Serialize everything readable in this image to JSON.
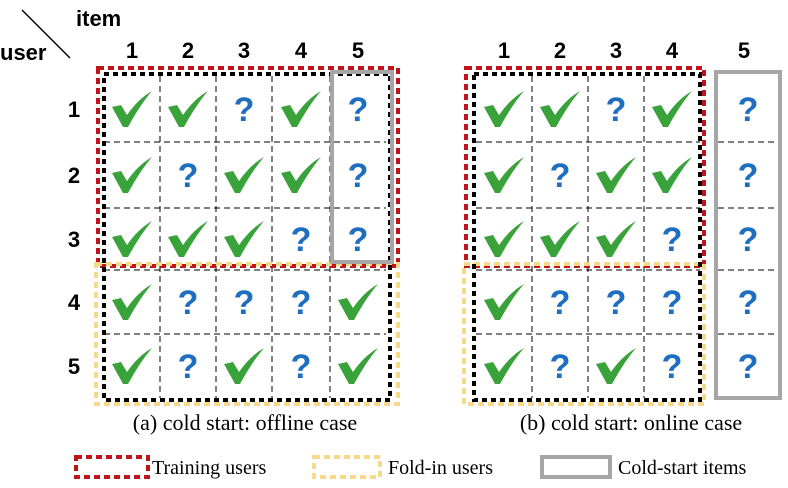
{
  "header": {
    "item_label": "item",
    "user_label": "user"
  },
  "item_numbers": [
    "1",
    "2",
    "3",
    "4",
    "5"
  ],
  "user_numbers": [
    "1",
    "2",
    "3",
    "4",
    "5"
  ],
  "panels": [
    {
      "caption": "(a) cold start: offline case",
      "grid": [
        [
          "check",
          "check",
          "question",
          "check",
          "question"
        ],
        [
          "check",
          "question",
          "check",
          "check",
          "question"
        ],
        [
          "check",
          "check",
          "check",
          "question",
          "question"
        ],
        [
          "check",
          "question",
          "question",
          "question",
          "check"
        ],
        [
          "check",
          "question",
          "check",
          "question",
          "check"
        ]
      ]
    },
    {
      "caption": "(b) cold start: online case",
      "grid": [
        [
          "check",
          "check",
          "question",
          "check",
          "question"
        ],
        [
          "check",
          "question",
          "check",
          "check",
          "question"
        ],
        [
          "check",
          "check",
          "check",
          "question",
          "question"
        ],
        [
          "check",
          "question",
          "question",
          "question",
          "question"
        ],
        [
          "check",
          "question",
          "check",
          "question",
          "question"
        ]
      ]
    }
  ],
  "legend": [
    {
      "label": "Training users",
      "style": "dotted-red",
      "color": "#c0141b"
    },
    {
      "label": "Fold-in users",
      "style": "dotted-yellow",
      "color": "#f7d98a"
    },
    {
      "label": "Cold-start items",
      "style": "solid-gray",
      "color": "#a6a6a6"
    }
  ],
  "colors": {
    "check": "#3aa23a",
    "question": "#1f6fc0",
    "grid_line": "#000000",
    "known_box": "#000000"
  }
}
